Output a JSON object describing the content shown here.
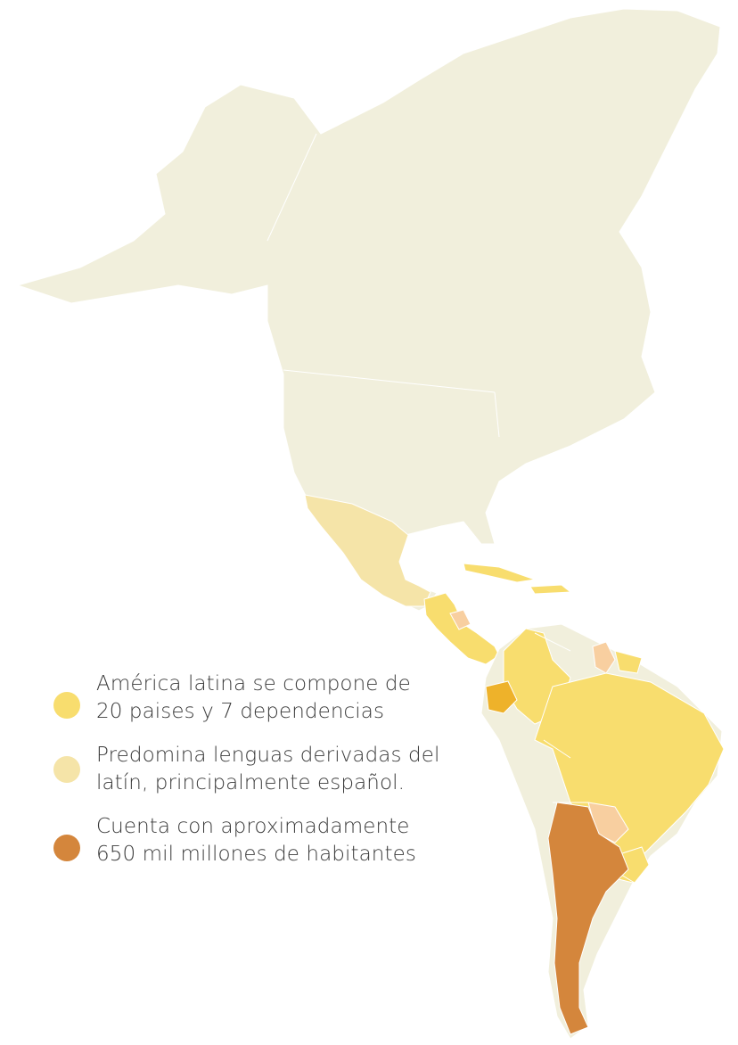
{
  "colors": {
    "land": "#f1efdc",
    "border": "#ffffff",
    "latin_america": "#f8dd6e",
    "latin_languages": "#f5e4a8",
    "population": "#d4863c",
    "ecuador": "#eeb22a",
    "peach": "#f8cfa0"
  },
  "legend": [
    {
      "id": "latin-america",
      "icon": "circle",
      "color": "#f8dd6e",
      "text": "América latina se compone de\n20 paises y 7 dependencias"
    },
    {
      "id": "latin-languages",
      "icon": "circle",
      "color": "#f5e4a8",
      "text": "Predomina lenguas derivadas del\nlatín, principalmente español."
    },
    {
      "id": "population",
      "icon": "circle",
      "color": "#d4863c",
      "text": "Cuenta con aproximadamente\n650 mil millones de habitantes"
    }
  ]
}
